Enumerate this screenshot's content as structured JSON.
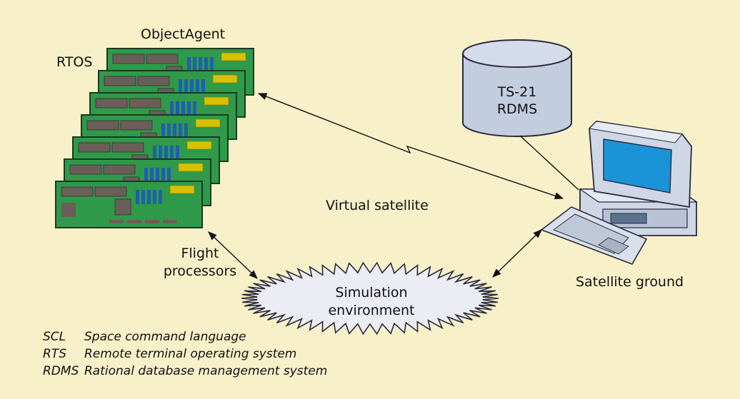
{
  "diagram": {
    "labels": {
      "object_agent": "ObjectAgent",
      "rtos": "RTOS",
      "flight_processors": "Flight\nprocessors",
      "virtual_satellite": "Virtual satellite",
      "database": "TS-21\nRDMS",
      "satellite_ground": "Satellite ground",
      "simulation_environment": "Simulation\nenvironment"
    },
    "legend": [
      {
        "abbr": "SCL",
        "definition": "Space command language"
      },
      {
        "abbr": "RTS",
        "definition": "Remote terminal operating system"
      },
      {
        "abbr": "RDMS",
        "definition": "Rational database management system"
      }
    ],
    "colors": {
      "background": "#f8f0c9",
      "board": "#2f9a4a",
      "chip": "#6a5e58",
      "connector": "#1f5fb0",
      "gold": "#d8c000",
      "database": "#c3cde0",
      "cloud": "#ececf4",
      "monitor_screen": "#1a93d8"
    }
  }
}
